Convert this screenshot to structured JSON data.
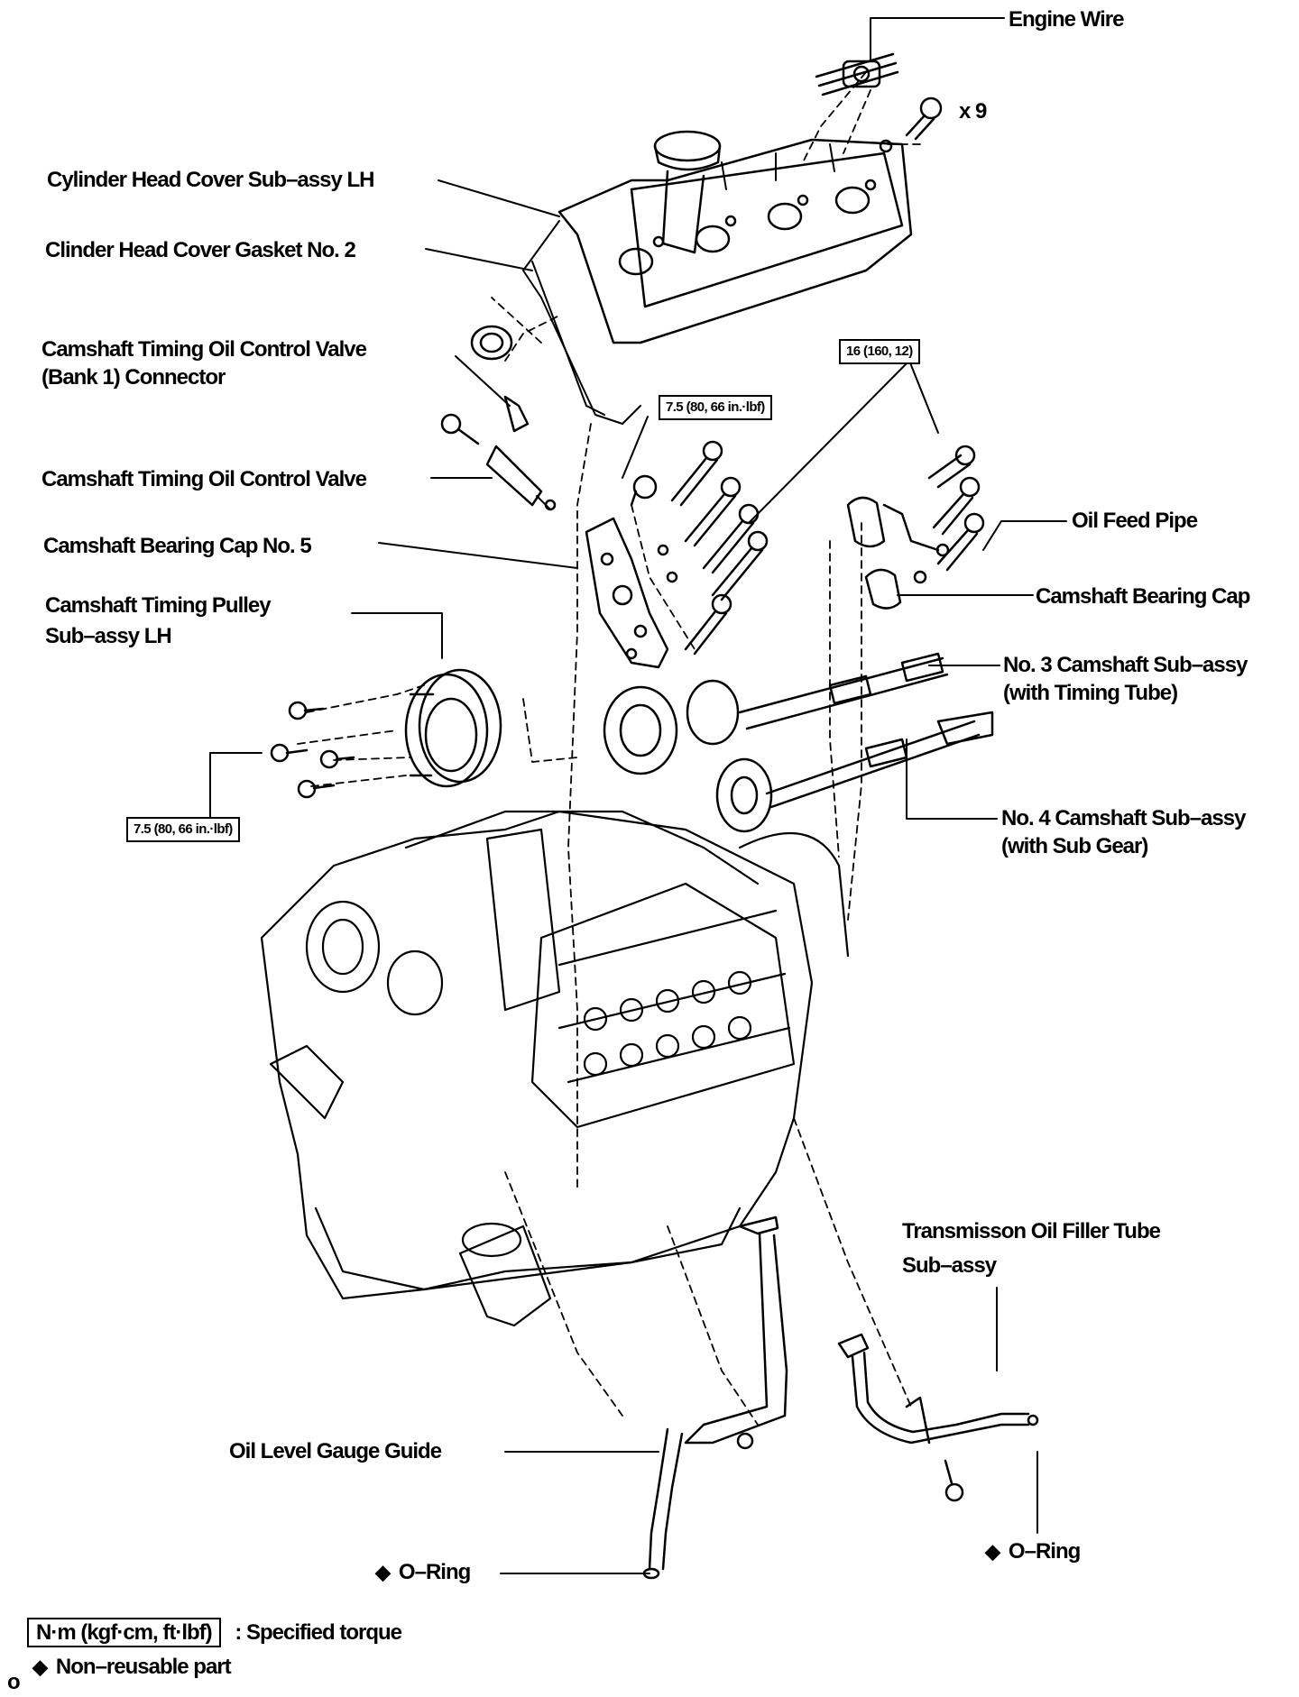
{
  "labels": {
    "engine_wire": "Engine Wire",
    "bolt_count": "x 9",
    "head_cover": "Cylinder Head Cover Sub–assy LH",
    "head_cover_gasket": "Clinder Head Cover Gasket No. 2",
    "ocv_connector_1": "Camshaft Timing Oil Control Valve",
    "ocv_connector_2": "(Bank 1) Connector",
    "ocv": "Camshaft Timing Oil Control Valve",
    "bearing_cap_5": "Camshaft Bearing Cap No. 5",
    "timing_pulley_1": "Camshaft  Timing  Pulley",
    "timing_pulley_2": "Sub–assy LH",
    "oil_feed_pipe": "Oil Feed Pipe",
    "bearing_cap": "Camshaft Bearing Cap",
    "camshaft3_1": "No. 3 Camshaft Sub–assy",
    "camshaft3_2": "(with Timing Tube)",
    "camshaft4_1": "No. 4 Camshaft Sub–assy",
    "camshaft4_2": "(with Sub Gear)",
    "filler_tube_1": "Transmisson Oil Filler Tube",
    "filler_tube_2": "Sub–assy",
    "gauge_guide": "Oil Level Gauge Guide",
    "oring_left": "O–Ring",
    "oring_right": "O–Ring"
  },
  "torque_specs": {
    "t1": "16 (160, 12)",
    "t2": "7.5 (80, 66 in.·lbf)",
    "t3": "7.5 (80, 66 in.·lbf)"
  },
  "legend": {
    "unit_box": "N·m (kgf·cm, ft·lbf)",
    "unit_desc": ": Specified torque",
    "nonreusable": "Non–reusable part",
    "diamond_symbol": "◆"
  },
  "corner_mark": "o"
}
